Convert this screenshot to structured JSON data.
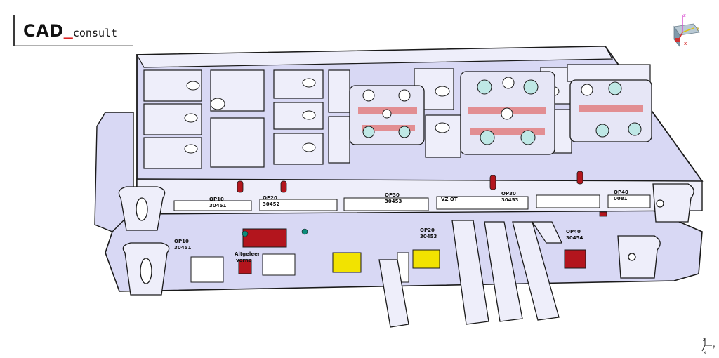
{
  "app": {
    "logo": {
      "brand": "CAD",
      "underscore": "_",
      "suffix": "consult"
    },
    "compass": {
      "axis_x": "x",
      "axis_y": "y",
      "axis_z": "z",
      "icon": "compass-icon"
    },
    "mini_axis": {
      "axis_y": "y",
      "axis_z": "z",
      "axis_x": "x",
      "icon": "axis-triad-icon"
    }
  },
  "colors": {
    "background": "#ffffff",
    "body_fill": "#d8d8f4",
    "panel_fill": "#eeeefa",
    "outline": "#1a1a1a",
    "red_part": "#b3151d",
    "yellow_part": "#f2e300",
    "teal_part": "#0c8c7a"
  },
  "labels": {
    "op10_upper": "OP10",
    "op10_upper_num": "30451",
    "op20_upper": "OP20",
    "op20_upper_num": "30452",
    "op30_upper": "OP30",
    "op30_upper_num": "30453",
    "op30_b": "OP30",
    "op30_b_num": "30453",
    "op40_upper": "OP40",
    "op40_upper_num": "0081",
    "vz_ot": "VZ OT",
    "op10_lower": "OP10",
    "op10_lower_num": "30451",
    "altgeleer": "Altgeleer",
    "vorne": "vorne",
    "op20_lower": "OP20",
    "op20_lower_num": "30453",
    "op40_lower": "OP40",
    "op40_lower_num": "30454"
  }
}
